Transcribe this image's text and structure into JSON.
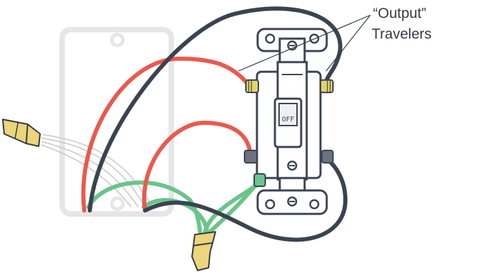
{
  "annotation": {
    "line1": "“Output”",
    "line2": "Travelers"
  },
  "switch": {
    "toggle_text": "OFF"
  },
  "colors": {
    "hot_red": "#e85a4f",
    "neutral_dark": "#3a4350",
    "ground_green": "#6cc48a",
    "brass": "#e3d46a",
    "wire_nut_yellow": "#ecd57a",
    "box_outline": "#e6e6e6",
    "switch_body": "#ffffff",
    "switch_outline": "#3a4350"
  },
  "icons": [
    "wire-nut-icon",
    "screw-icon",
    "toggle-switch-icon",
    "electrical-box-icon"
  ]
}
